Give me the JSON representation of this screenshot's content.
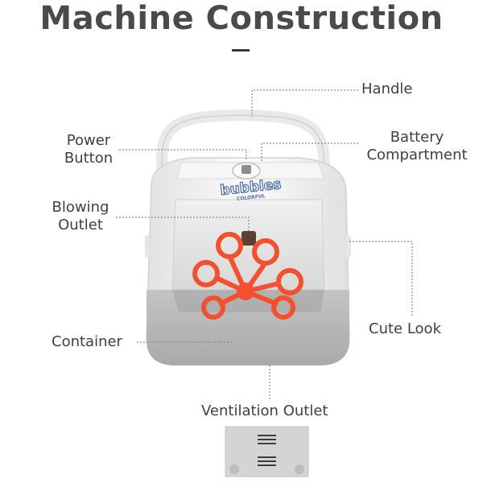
{
  "title": "Machine Construction",
  "labels": {
    "handle": "Handle",
    "power_button": [
      "Power",
      "Button"
    ],
    "battery_compartment": [
      "Battery",
      "Compartment"
    ],
    "blowing_outlet": [
      "Blowing",
      "Outlet"
    ],
    "container": "Container",
    "cute_look": "Cute Look",
    "ventilation_outlet": "Ventilation Outlet"
  },
  "brand": {
    "name": "bubbles",
    "tagline": "COLORFUL"
  },
  "colors": {
    "wand": "#f2502e",
    "shell_white": "#f4f4f4",
    "base_gray": "#b9b9b9",
    "leader_line": "#8a8a8a"
  }
}
